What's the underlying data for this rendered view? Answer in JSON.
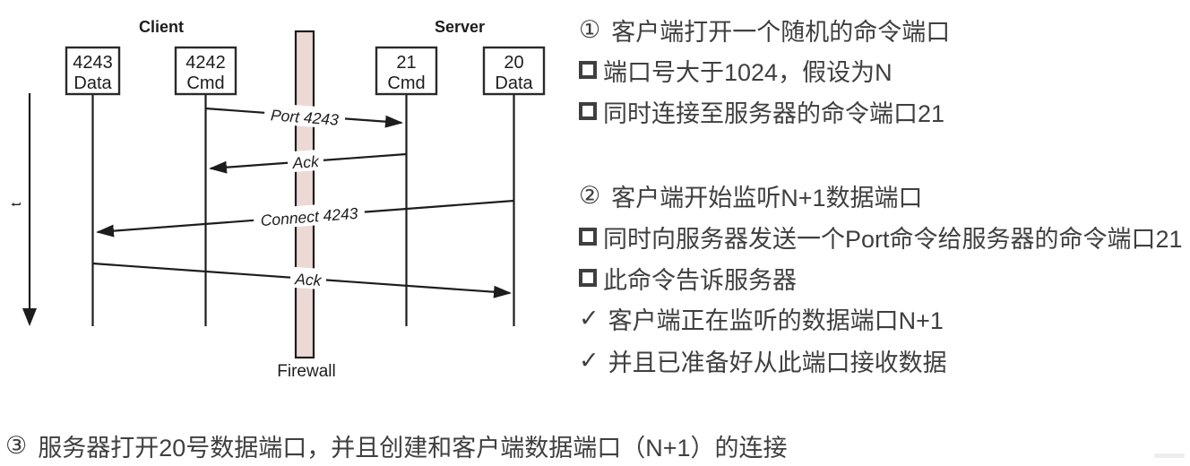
{
  "colors": {
    "firewall_fill": "#ecd9d6",
    "diagram_line": "#1d1d1d",
    "note_text": "#3f3f3f"
  },
  "diagram": {
    "client_label": "Client",
    "server_label": "Server",
    "firewall_label": "Firewall",
    "time_axis_label": "t",
    "nodes": [
      {
        "port": "4243",
        "kind": "Data",
        "side": "client"
      },
      {
        "port": "4242",
        "kind": "Cmd",
        "side": "client"
      },
      {
        "port": "21",
        "kind": "Cmd",
        "side": "server"
      },
      {
        "port": "20",
        "kind": "Data",
        "side": "server"
      }
    ],
    "messages": [
      {
        "label": "Port 4243",
        "from": "client-4242-cmd",
        "to": "server-21-cmd"
      },
      {
        "label": "Ack",
        "from": "server-21-cmd",
        "to": "client-4242-cmd"
      },
      {
        "label": "Connect 4243",
        "from": "server-20-data",
        "to": "client-4243-data"
      },
      {
        "label": "Ack",
        "from": "client-4243-data",
        "to": "server-20-data"
      }
    ]
  },
  "notes": {
    "lines": [
      {
        "bullet": "①",
        "style": "b-circled",
        "text": "客户端打开一个随机的命令端口"
      },
      {
        "bullet": "",
        "style": "b-square",
        "text": "端口号大于1024，假设为N"
      },
      {
        "bullet": "",
        "style": "b-square",
        "text": "同时连接至服务器的命令端口21"
      },
      {
        "bullet": "②",
        "style": "b-circled",
        "text": "客户端开始监听N+1数据端口"
      },
      {
        "bullet": "",
        "style": "b-square",
        "text": "同时向服务器发送一个Port命令给服务器的命令端口21"
      },
      {
        "bullet": "",
        "style": "b-square",
        "text": "此命令告诉服务器"
      },
      {
        "bullet": "✓",
        "style": "b-check",
        "text": "客户端正在监听的数据端口N+1"
      },
      {
        "bullet": "✓",
        "style": "b-check",
        "text": "并且已准备好从此端口接收数据"
      }
    ],
    "footer": {
      "bullet": "③",
      "style": "b-circled",
      "text": "服务器打开20号数据端口，并且创建和客户端数据端口（N+1）的连接"
    }
  }
}
